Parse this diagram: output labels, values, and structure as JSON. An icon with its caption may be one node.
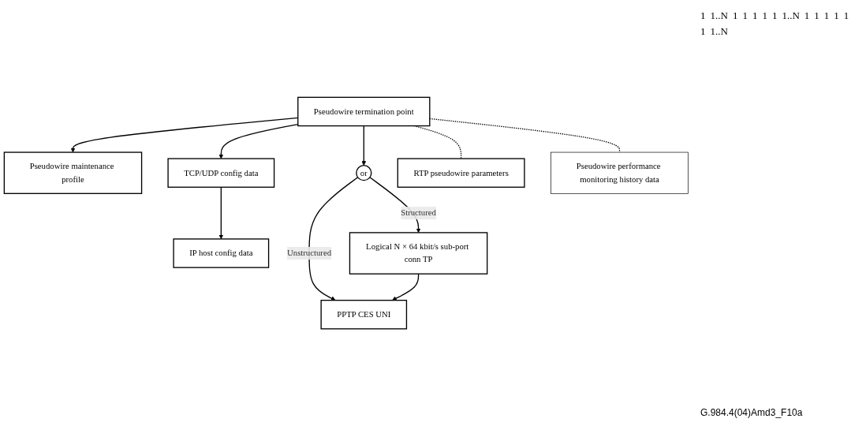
{
  "diagram": {
    "caption": "G.984.4(04)Amd3_F10a",
    "nodes": [
      {
        "text": [
          "IP host config data"
        ]
      },
      {
        "text": [
          "TCP/UDP config data"
        ]
      },
      {
        "text": [
          "RTP pseudowire parameters"
        ]
      },
      {
        "text": [
          "Pseudowire maintenance profile"
        ]
      },
      {
        "text": [
          "Pseudowire termination point"
        ]
      },
      {
        "text": [
          "Pseudowire performance monitoring history data"
        ]
      },
      {
        "text": [
          "or"
        ]
      },
      {
        "text": [
          "Logical N × 64 kbit/s sub-port conn TP"
        ]
      },
      {
        "text": [
          "PPTP CES UNI"
        ]
      }
    ],
    "edges": [
      {
        "from": 1,
        "to": 0,
        "arrow": "to"
      },
      {
        "from": 4,
        "to": 1,
        "arrow": "to"
      },
      {
        "from": 4,
        "to": 2,
        "arrow": "none",
        "style": "dashed"
      },
      {
        "from": 4,
        "to": 3,
        "arrow": "to"
      },
      {
        "from": 4,
        "to": 5,
        "arrow": "none",
        "style": "dashed"
      },
      {
        "from": 4,
        "to": 6,
        "arrow": "to"
      },
      {
        "from": 6,
        "to": 7,
        "arrow": "to",
        "label": "Structured"
      },
      {
        "from": 6,
        "to": 8,
        "arrow": "to",
        "label": "Unstructured"
      },
      {
        "from": 7,
        "to": 8,
        "arrow": "to"
      }
    ],
    "labels": [
      "1",
      "1..N",
      "1",
      "1",
      "1",
      "1",
      "1",
      "1..N",
      "1",
      "1",
      "1",
      "1",
      "1",
      "1",
      "1..N"
    ]
  }
}
